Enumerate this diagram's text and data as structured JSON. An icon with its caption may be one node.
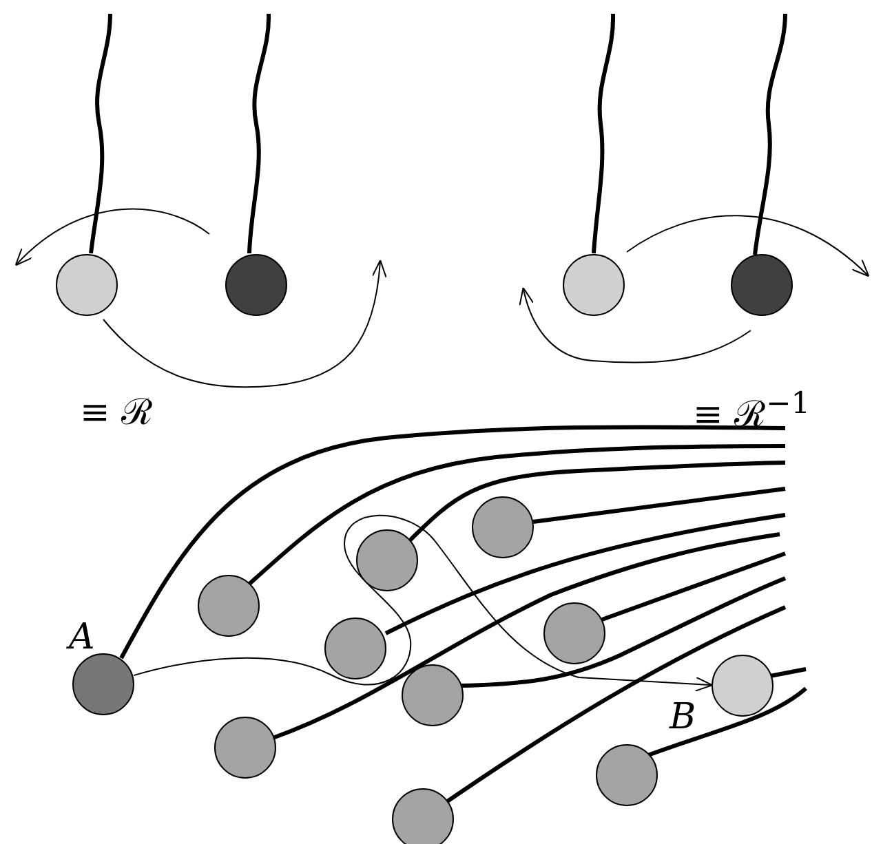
{
  "diagram": {
    "nodes": [
      {
        "text": [],
        "shape": "circle"
      },
      {
        "text": [],
        "shape": "circle"
      },
      {
        "text": [],
        "shape": "circle"
      },
      {
        "text": [],
        "shape": "circle"
      },
      {
        "text": [],
        "shape": "circle"
      },
      {
        "text": [],
        "shape": "circle"
      },
      {
        "text": [],
        "shape": "circle"
      },
      {
        "text": [],
        "shape": "circle"
      },
      {
        "text": [],
        "shape": "circle"
      },
      {
        "text": [],
        "shape": "circle",
        "beside": [
          "A"
        ]
      },
      {
        "text": [],
        "shape": "circle",
        "beside": [
          "B"
        ]
      },
      {
        "text": [],
        "shape": "circle"
      },
      {
        "text": [],
        "shape": "circle"
      },
      {
        "text": [],
        "shape": "circle"
      },
      {
        "text": [],
        "shape": "circle"
      }
    ],
    "edges": [
      {
        "from": 9,
        "to": 10,
        "arrow": "to"
      }
    ],
    "labels": [
      "≡ ℛ",
      "≡ ℛ$^{−1}$"
    ]
  }
}
